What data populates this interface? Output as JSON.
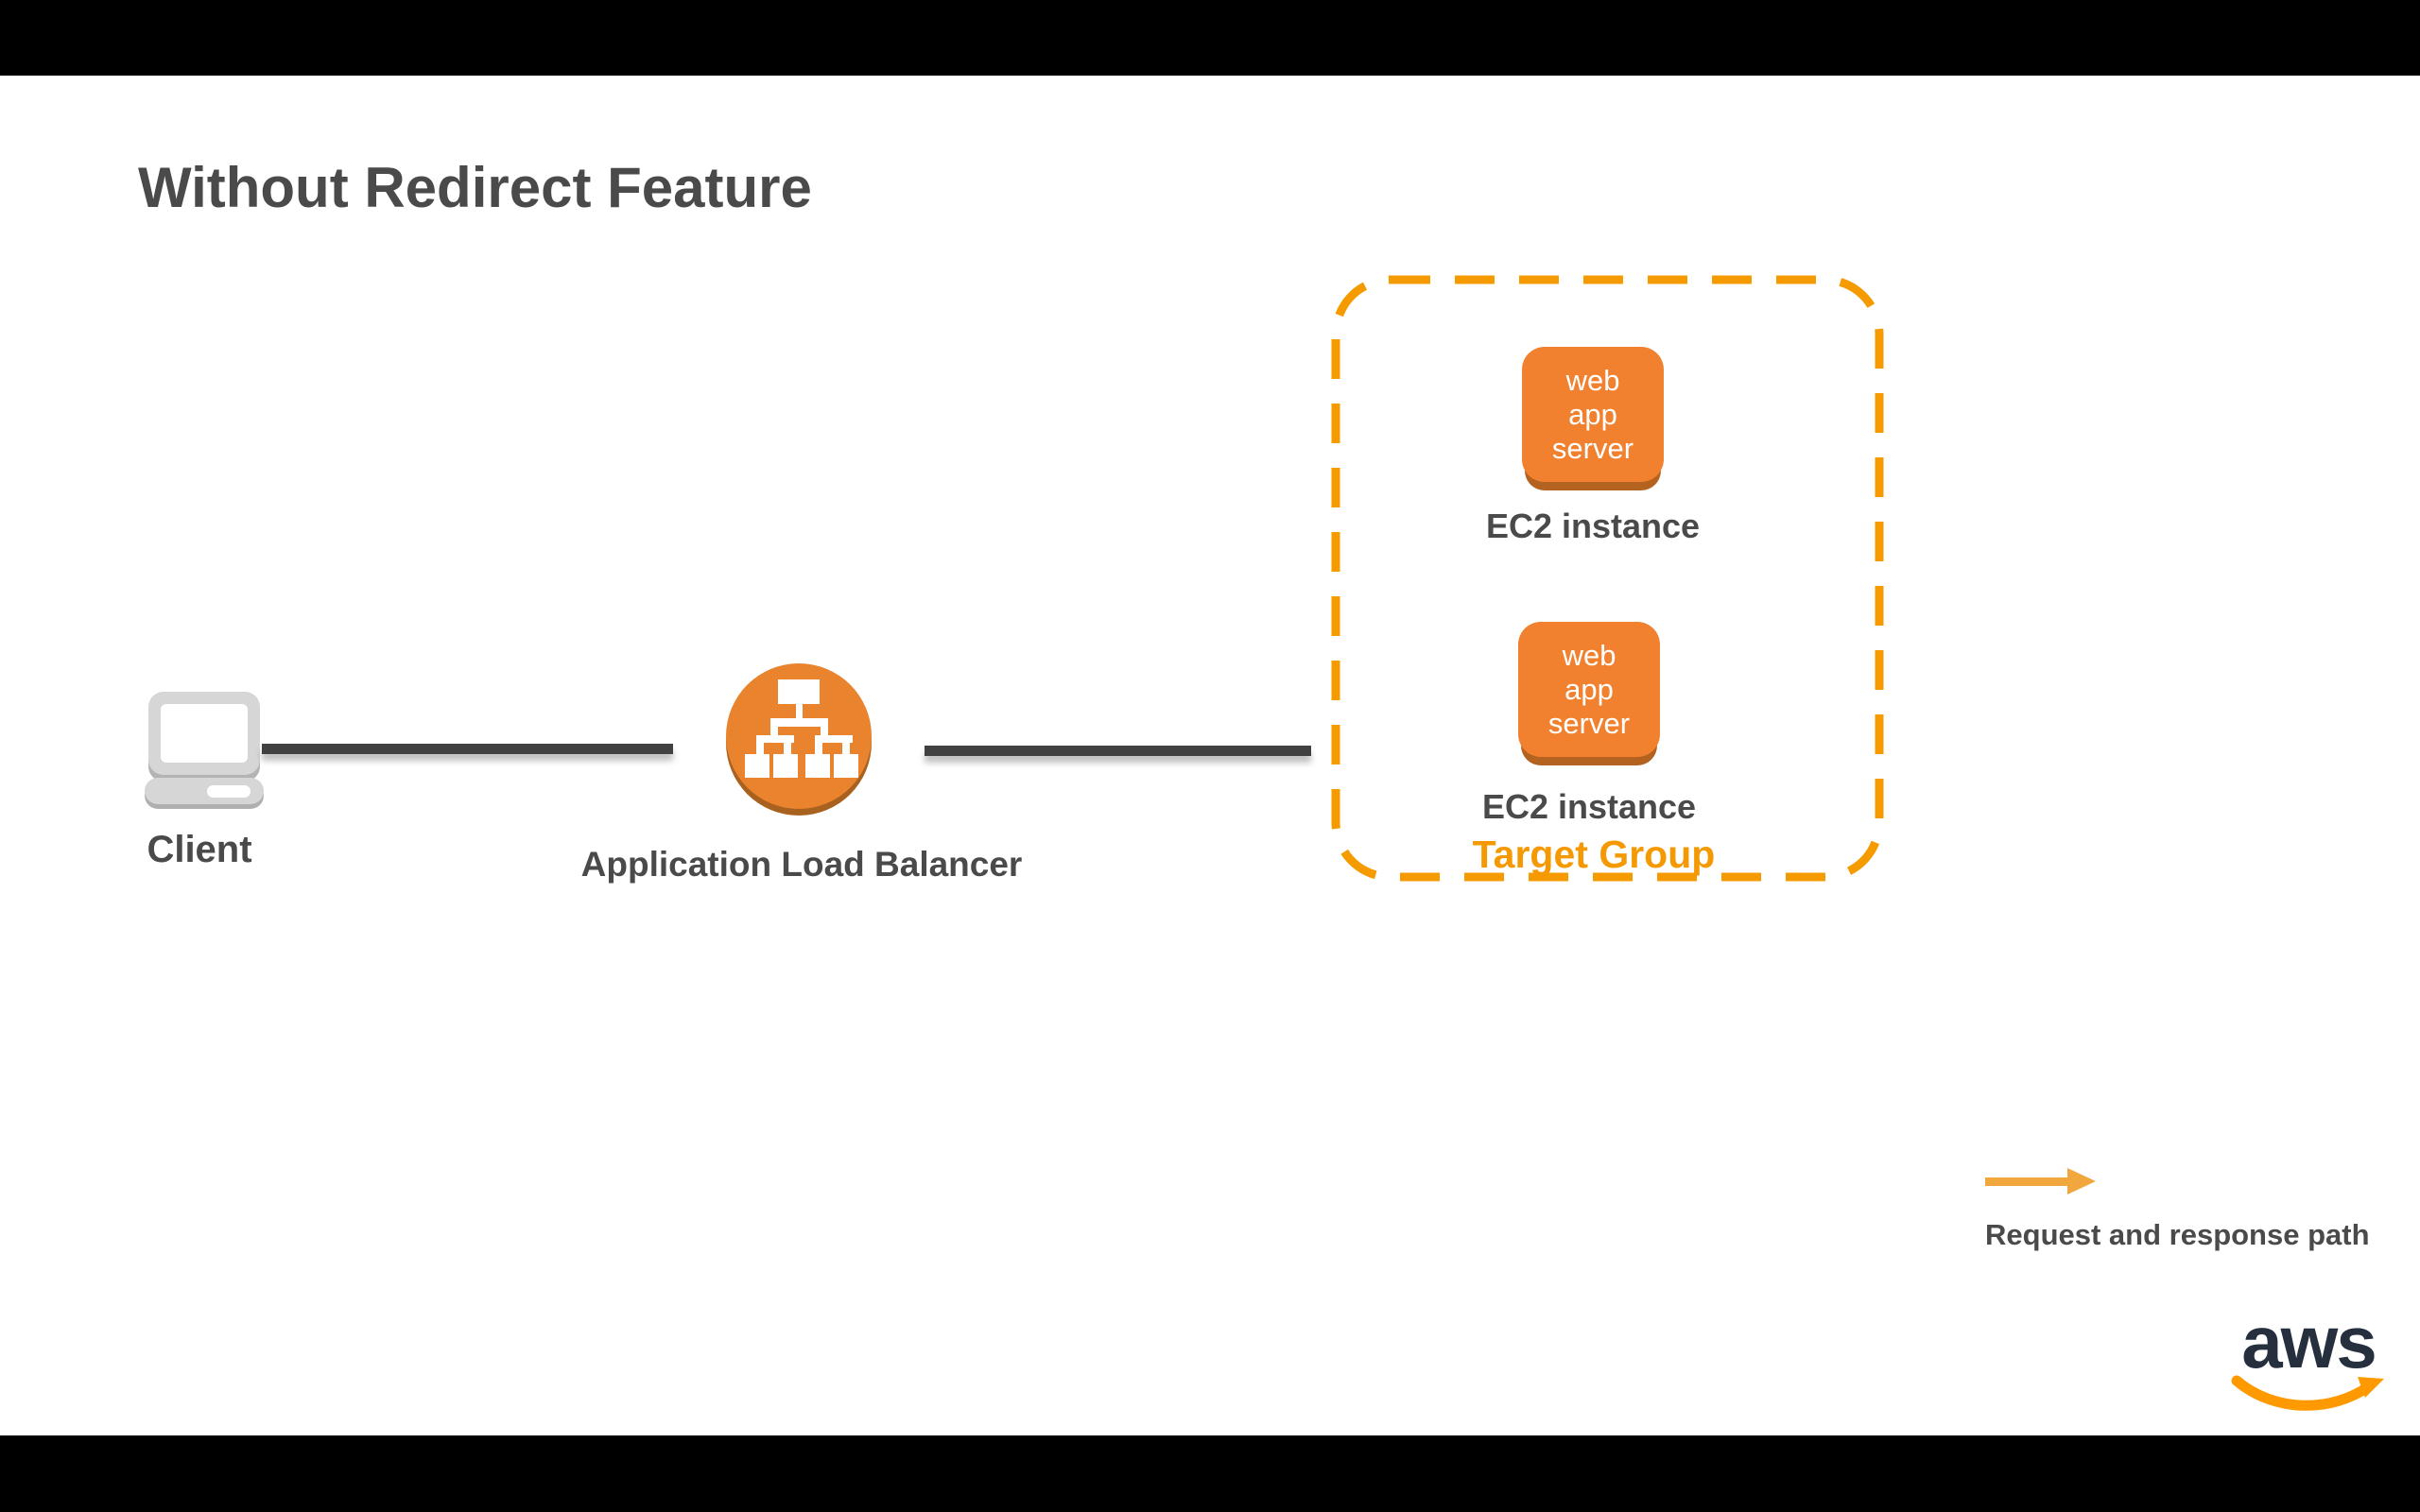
{
  "title": "Without Redirect Feature",
  "diagram": {
    "client": {
      "label": "Client"
    },
    "load_balancer": {
      "label": "Application Load Balancer"
    },
    "target_group": {
      "label": "Target Group",
      "instances": [
        {
          "box_lines": [
            "web",
            "app",
            "server"
          ],
          "caption": "EC2 instance"
        },
        {
          "box_lines": [
            "web",
            "app",
            "server"
          ],
          "caption": "EC2 instance"
        }
      ]
    }
  },
  "legend": {
    "caption": "Request and response path"
  },
  "branding": {
    "logo_text": "aws"
  },
  "colors": {
    "aws_orange": "#FF9900",
    "icon_circle_orange": "#E9832D",
    "server_box_orange": "#F1812F",
    "dashed_border_orange": "#F59B00",
    "legend_arrow_orange": "#F2A73E",
    "dark_text": "#4A4A4A",
    "connector_dark": "#414141",
    "logo_navy": "#252F3E"
  }
}
